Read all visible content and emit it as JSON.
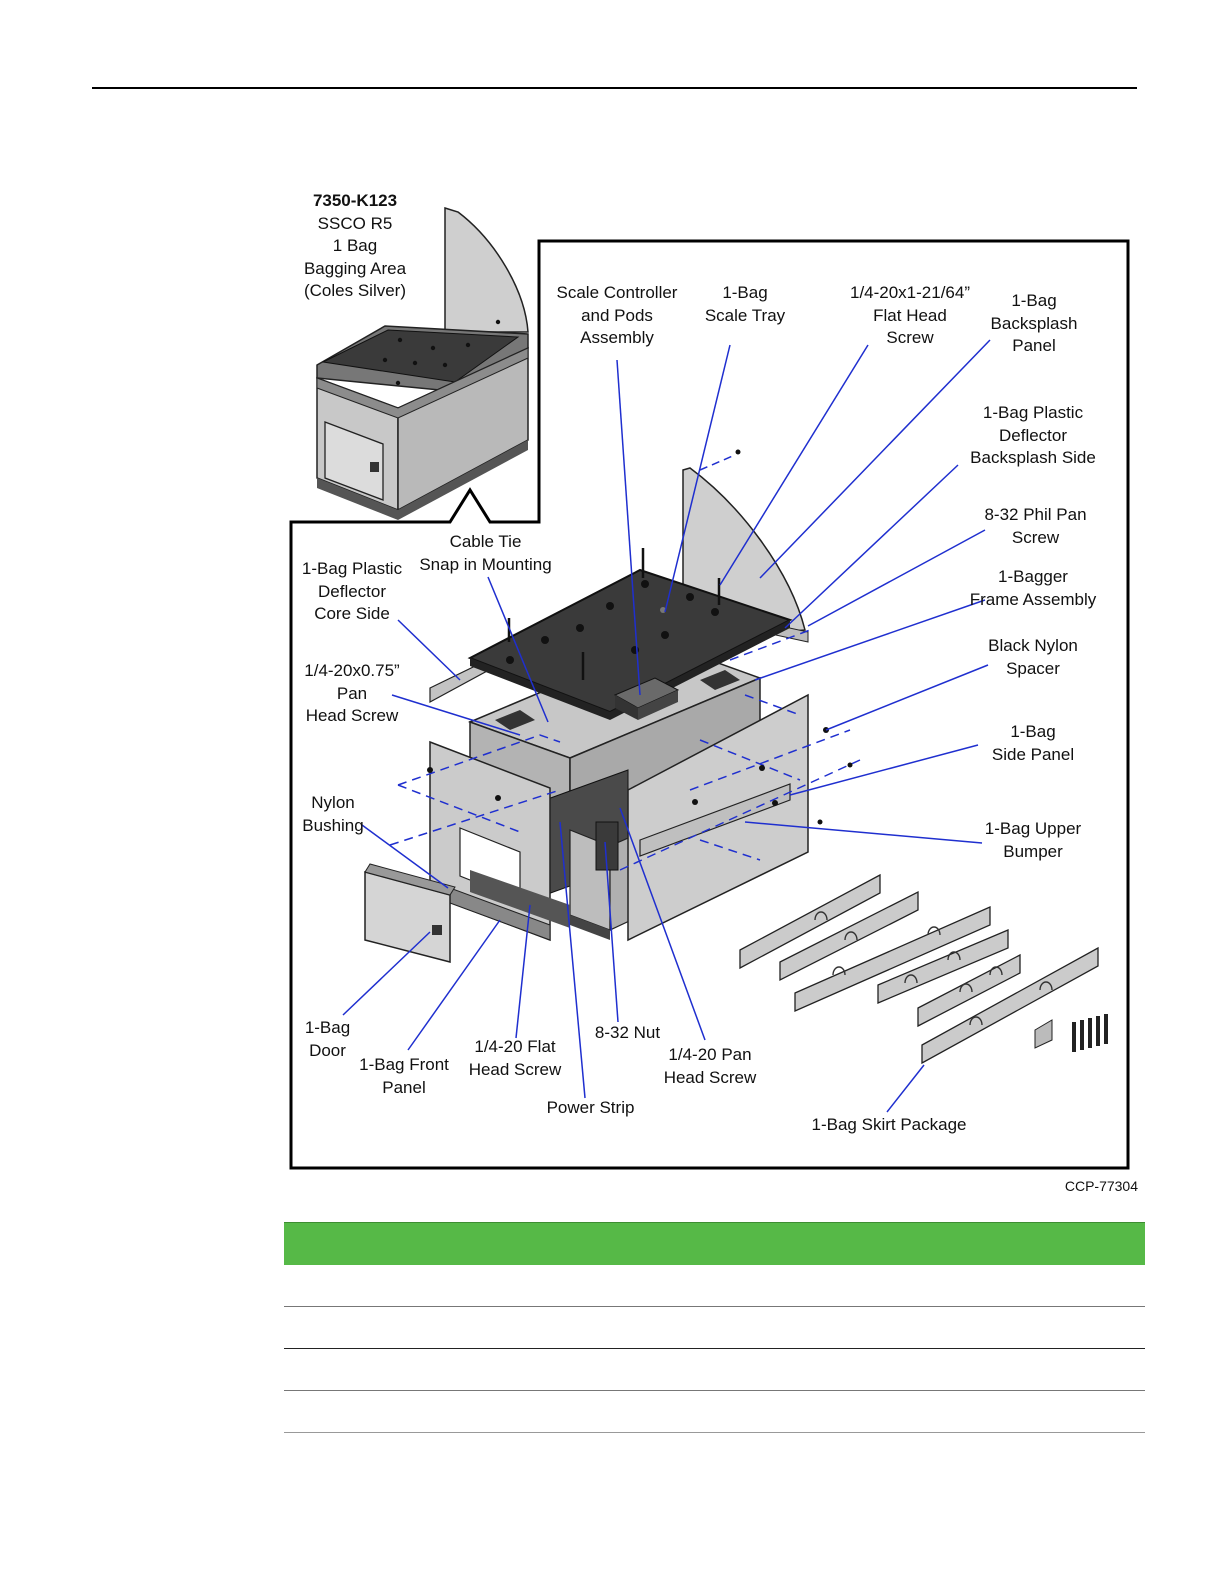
{
  "inset": {
    "part_number": "7350-K123",
    "lines": [
      "SSCO R5",
      "1 Bag",
      "Bagging Area",
      "(Coles Silver)"
    ]
  },
  "callouts": {
    "scale_controller": [
      "Scale Controller",
      "and Pods",
      "Assembly"
    ],
    "scale_tray": [
      "1-Bag",
      "Scale Tray"
    ],
    "flat_head_screw_long": [
      "1/4-20x1-21/64”",
      "Flat Head",
      "Screw"
    ],
    "backsplash_panel": [
      "1-Bag",
      "Backsplash",
      "Panel"
    ],
    "deflector_backsplash": [
      "1-Bag Plastic",
      "Deflector",
      "Backsplash Side"
    ],
    "phil_pan_screw": [
      "8-32 Phil Pan",
      "Screw"
    ],
    "frame_assembly": [
      "1-Bagger",
      "Frame Assembly"
    ],
    "nylon_spacer": [
      "Black Nylon",
      "Spacer"
    ],
    "side_panel": [
      "1-Bag",
      "Side Panel"
    ],
    "upper_bumper": [
      "1-Bag Upper",
      "Bumper"
    ],
    "cable_tie": [
      "Cable Tie",
      "Snap in Mounting"
    ],
    "deflector_core": [
      "1-Bag Plastic",
      "Deflector",
      "Core Side"
    ],
    "pan_head_screw_075": [
      "1/4-20x0.75”",
      "Pan",
      "Head Screw"
    ],
    "nylon_bushing": [
      "Nylon",
      "Bushing"
    ],
    "door": [
      "1-Bag",
      "Door"
    ],
    "front_panel": [
      "1-Bag Front",
      "Panel"
    ],
    "flat_head_screw": [
      "1/4-20 Flat",
      "Head Screw"
    ],
    "power_strip": [
      "Power Strip"
    ],
    "nut": [
      "8-32 Nut"
    ],
    "pan_head_screw": [
      "1/4-20 Pan",
      "Head Screw"
    ],
    "skirt_package": [
      "1-Bag Skirt Package"
    ]
  },
  "figure_id": "CCP-77304",
  "colors": {
    "table_header": "#56b947",
    "callout_line": "#1f2fcf",
    "panel_gray": "#c9c9c9",
    "tray_dark": "#3a3a3a"
  }
}
